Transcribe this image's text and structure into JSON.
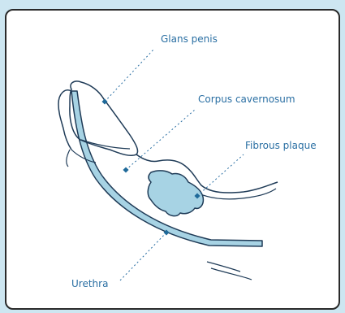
{
  "labels": {
    "glans": "Glans penis",
    "corpus": "Corpus cavernosum",
    "plaque": "Fibrous plaque",
    "urethra": "Urethra"
  },
  "colors": {
    "background": "#cde6f1",
    "card_border": "#2a2a2a",
    "outline": "#1f3b57",
    "fill": "#a7d3e4",
    "label_text": "#2a6fa3",
    "leader": "#2a6fa3"
  }
}
